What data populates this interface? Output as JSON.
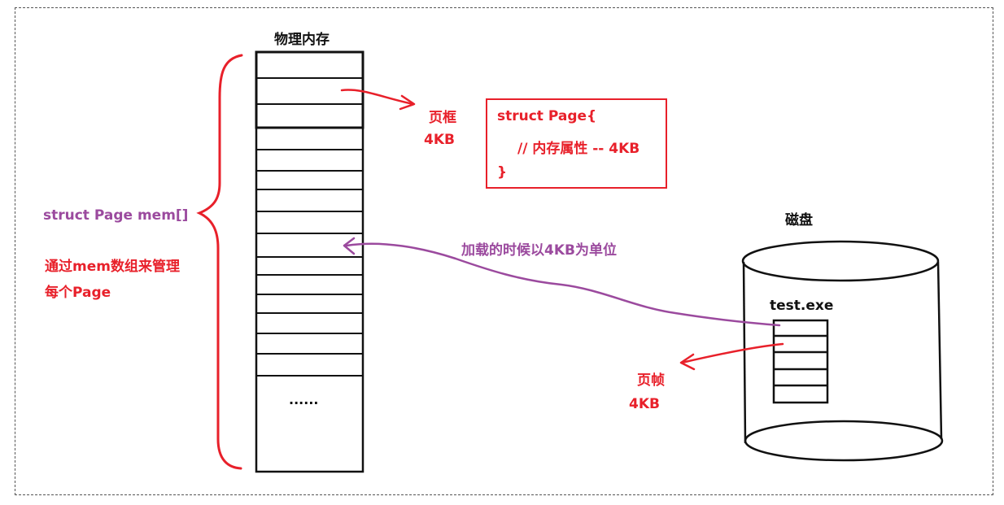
{
  "memory": {
    "title": "物理内存",
    "ellipsis": "......"
  },
  "left_brace": {
    "array_label": "struct Page mem[]",
    "note_line1": "通过mem数组来管理",
    "note_line2": "每个Page"
  },
  "page_frame": {
    "label": "页框",
    "size": "4KB"
  },
  "struct_box": {
    "line1": "struct Page{",
    "line2": "// 内存属性 -- 4KB",
    "line3": "}"
  },
  "disk": {
    "title": "磁盘",
    "file": "test.exe"
  },
  "page_unit": {
    "label": "页帧",
    "size": "4KB"
  },
  "load_note": "加载的时候以4KB为单位",
  "colors": {
    "red": "#e8202a",
    "purple": "#9b4a9e",
    "black": "#111111"
  }
}
